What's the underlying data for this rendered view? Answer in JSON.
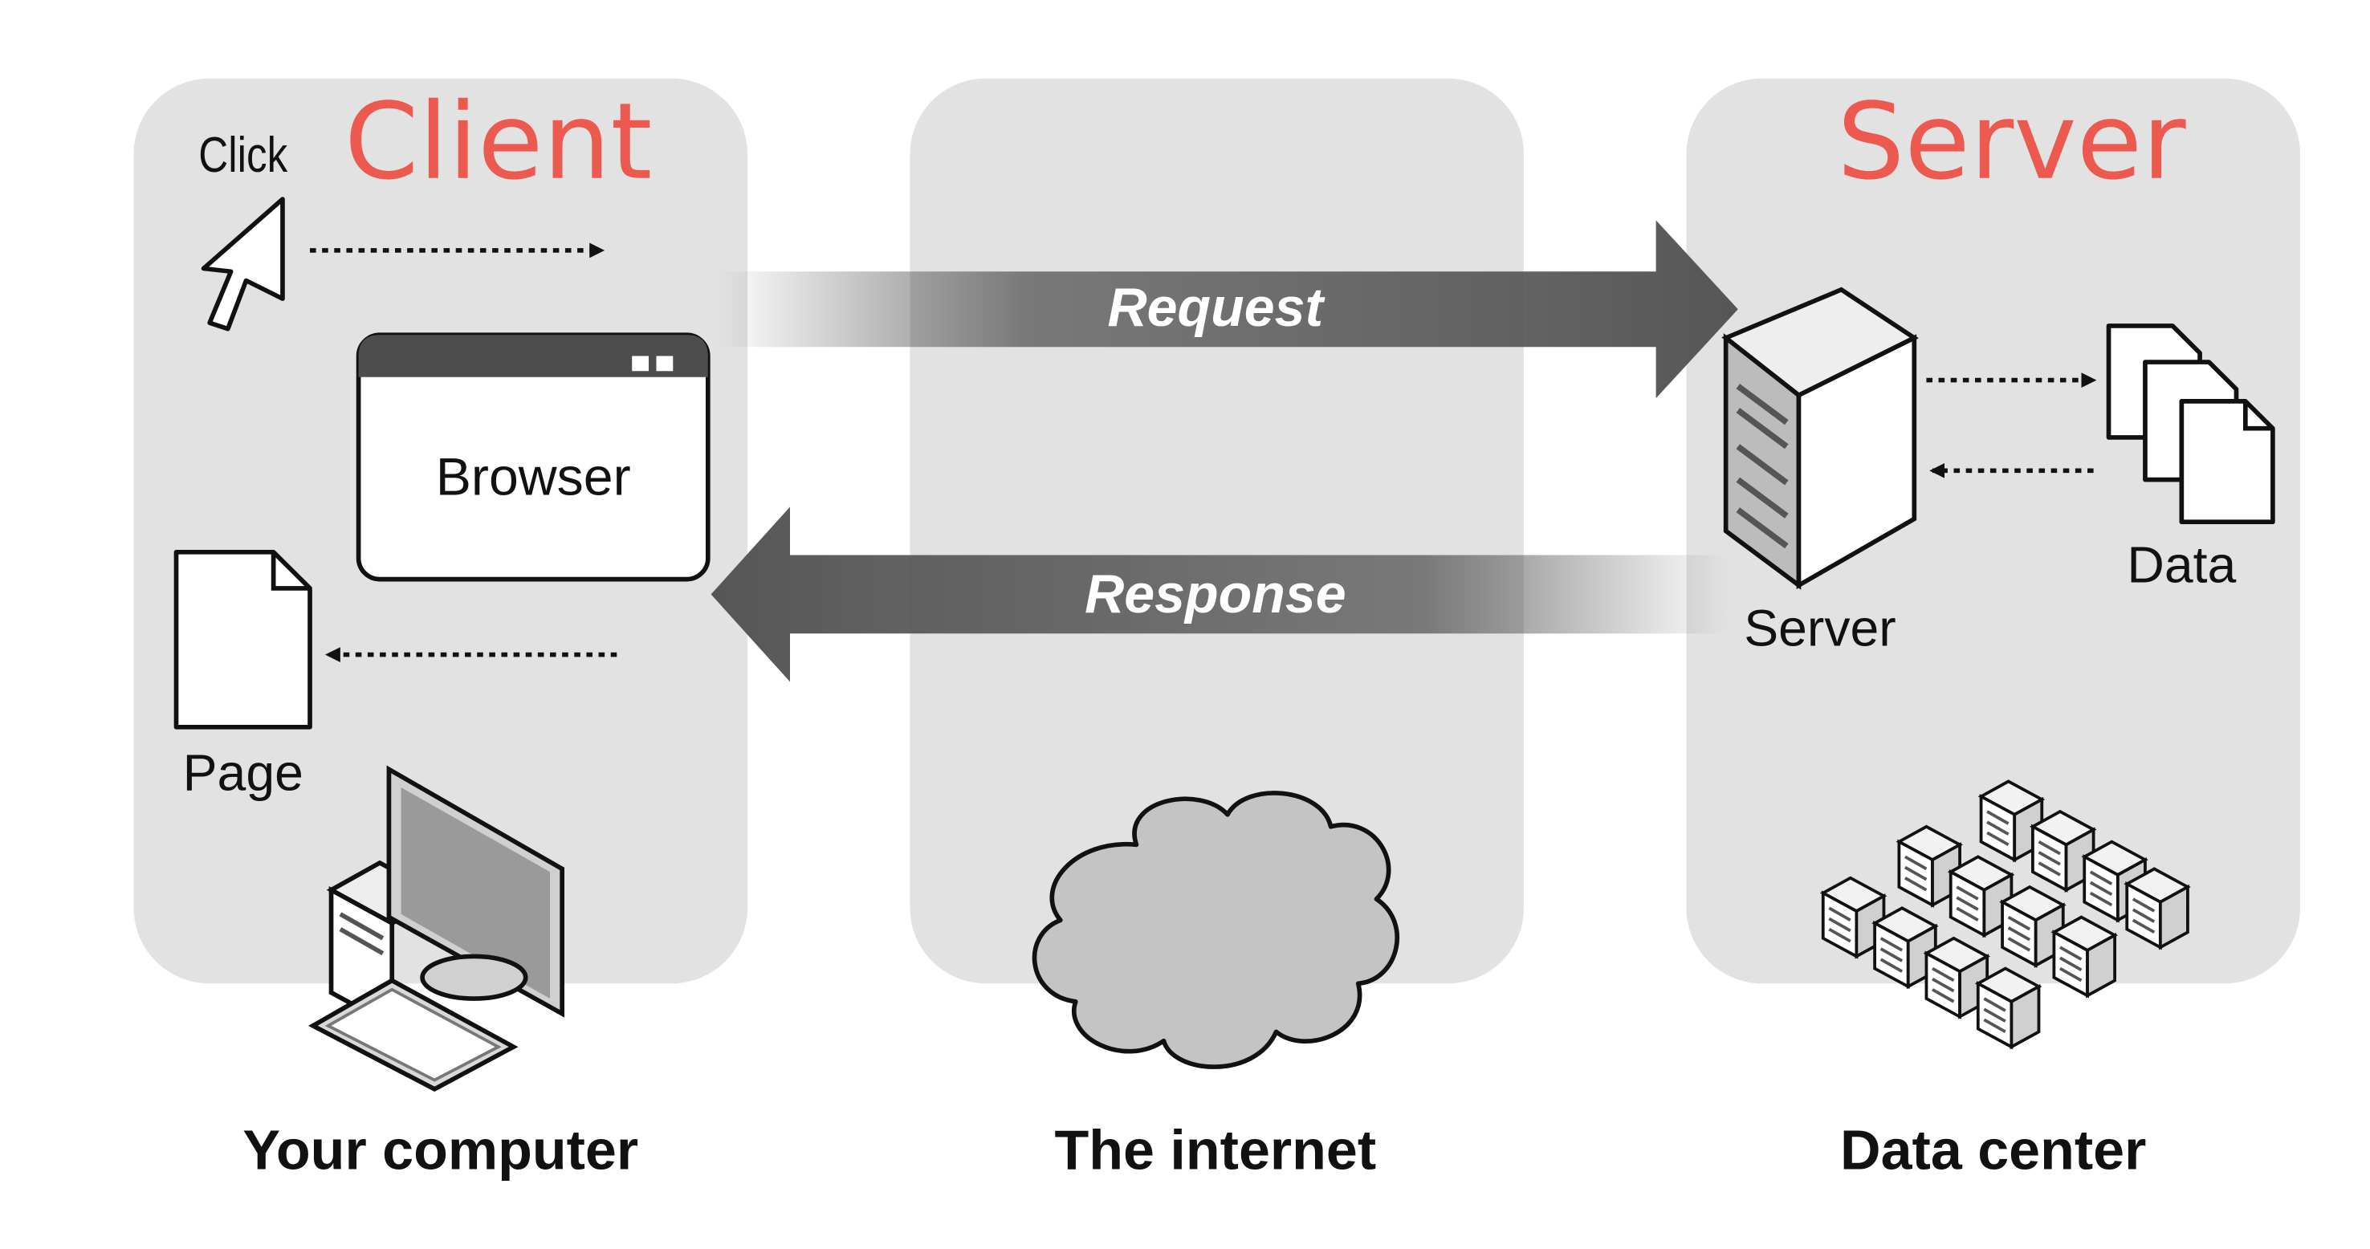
{
  "headings": {
    "client": "Client",
    "server": "Server"
  },
  "labels": {
    "click": "Click",
    "browser": "Browser",
    "page": "Page",
    "server_icon": "Server",
    "data": "Data",
    "request": "Request",
    "response": "Response"
  },
  "captions": {
    "your_computer": "Your computer",
    "the_internet": "The internet",
    "data_center": "Data center"
  },
  "colors": {
    "heading_accent": "#ec5a4f",
    "panel_background": "#e2e2e2",
    "arrow_fill": "#565656"
  },
  "icons": [
    "mouse-pointer-icon",
    "browser-window-icon",
    "page-document-icon",
    "desktop-computer-icon",
    "cloud-icon",
    "server-tower-icon",
    "data-documents-icon",
    "server-rack-cluster-icon"
  ]
}
